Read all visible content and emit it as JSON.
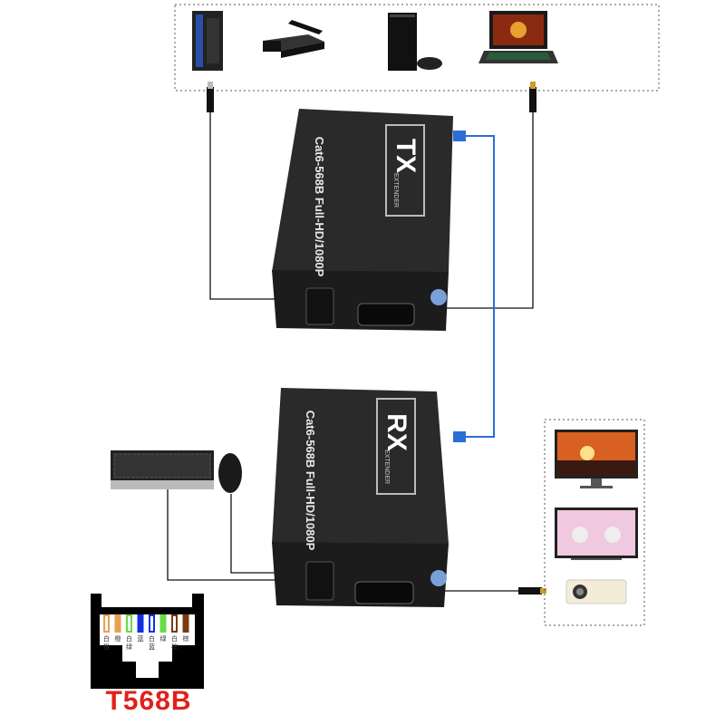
{
  "tx_unit": {
    "label": "TX",
    "sublabel": "EXTENDER",
    "spec_text": "Cat6-568B  Full-HD/1080P"
  },
  "rx_unit": {
    "label": "RX",
    "sublabel": "EXTENDER",
    "spec_text": "Cat6-568B  Full-HD/1080P"
  },
  "sources": [
    "pc-tower",
    "set-top-box",
    "game-console",
    "laptop"
  ],
  "displays": [
    "monitor",
    "tv",
    "projector"
  ],
  "peripherals": [
    "keyboard",
    "mouse"
  ],
  "connector": {
    "title": "T568B",
    "pins": [
      {
        "label": "白橙",
        "color": "#e8a050",
        "striped": true
      },
      {
        "label": "橙",
        "color": "#e8a050",
        "striped": false
      },
      {
        "label": "白绿",
        "color": "#66dd44",
        "striped": true
      },
      {
        "label": "蓝",
        "color": "#1030e0",
        "striped": false
      },
      {
        "label": "白蓝",
        "color": "#1030e0",
        "striped": true
      },
      {
        "label": "绿",
        "color": "#66dd44",
        "striped": false
      },
      {
        "label": "白棕",
        "color": "#7a3a10",
        "striped": true
      },
      {
        "label": "棕",
        "color": "#7a3a10",
        "striped": false
      }
    ]
  },
  "colors": {
    "lan_cable": "#2a6fd6",
    "title_red": "#e0201c",
    "unit_body": "#222222"
  }
}
